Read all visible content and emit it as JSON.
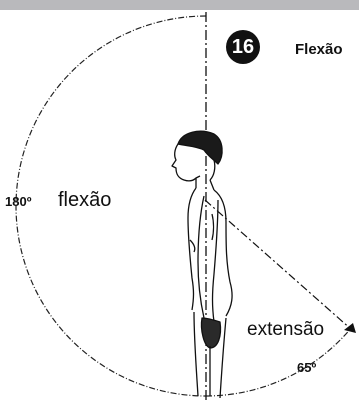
{
  "figure": {
    "number": "16",
    "title": "Flexão",
    "flexion_degrees": "180º",
    "flexion_label": "flexão",
    "extension_label": "extensão",
    "extension_degrees": "65º"
  },
  "colors": {
    "ink": "#111111",
    "header_bar": "#b9b9bc",
    "paper": "#ffffff"
  },
  "icons": {
    "arrow": "arrowhead-icon"
  }
}
